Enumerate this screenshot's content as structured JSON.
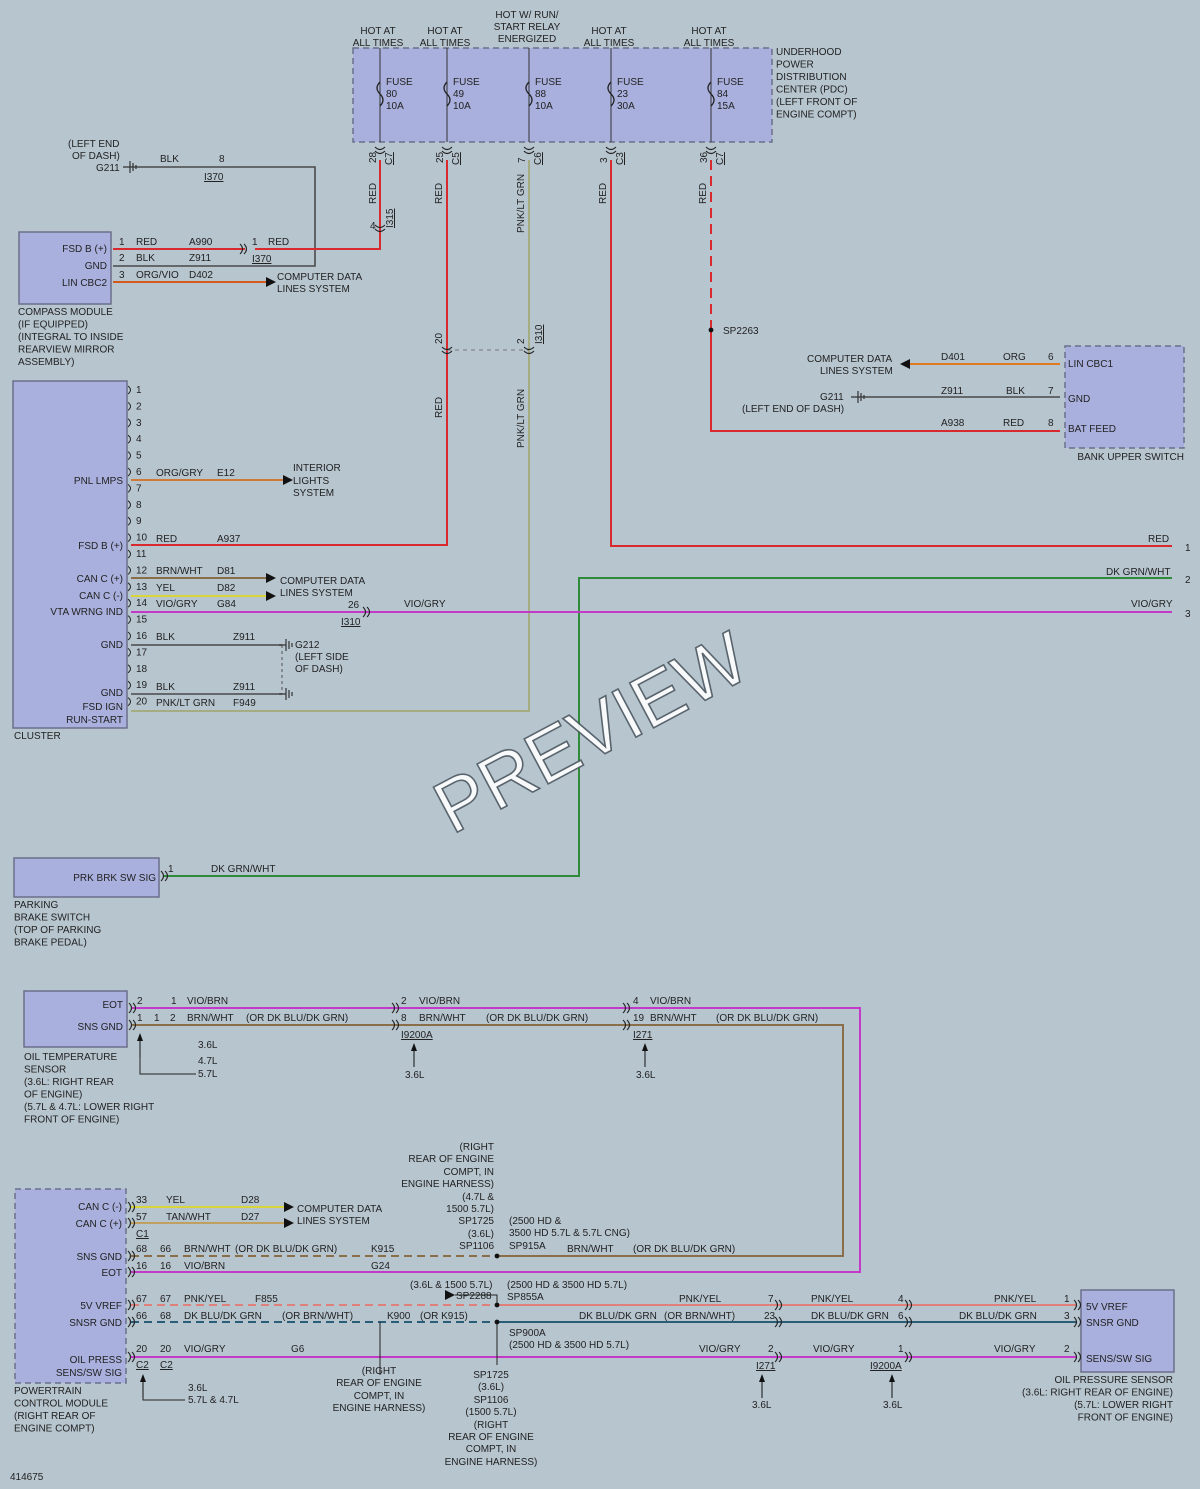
{
  "colors": {
    "RED": "#d8292f",
    "BLK": "#4a4a4a",
    "ORG/VIO": "#d35a1a",
    "ORG/GRY": "#d07a3a",
    "ORG": "#e07a20",
    "PNK/LT GRN": "#a6ac82",
    "BRN/WHT": "#8a6e4a",
    "YEL": "#d8d43a",
    "VIO/GRY": "#c43ac8",
    "DK GRN/WHT": "#2f8a3a",
    "VIO/BRN": "#c43ac8",
    "TAN/WHT": "#c0a060",
    "PNK/YEL": "#e0807a",
    "DK BLU/DK GRN": "#2a5e78",
    "component": "#a9b0dd"
  },
  "icons": {
    "ground": "ground-icon",
    "fuse": "fuse-icon",
    "connector": "connector-icon",
    "arrow": "arrow-icon",
    "splice": "splice-icon"
  },
  "watermark": "PREVIEW",
  "figure_id": "414675",
  "pdc": {
    "label": [
      "UNDERHOOD",
      "POWER",
      "DISTRIBUTION",
      "CENTER (PDC)",
      "(LEFT FRONT OF",
      "ENGINE COMPT)"
    ],
    "fuses": [
      {
        "id": "f80",
        "hot": [
          "HOT AT",
          "ALL TIMES"
        ],
        "fuse": [
          "FUSE",
          "80",
          "10A"
        ],
        "pin": "28",
        "conn": "C7",
        "color": "RED"
      },
      {
        "id": "f49",
        "hot": [
          "HOT AT",
          "ALL TIMES"
        ],
        "fuse": [
          "FUSE",
          "49",
          "10A"
        ],
        "pin": "25",
        "conn": "C5",
        "color": "RED"
      },
      {
        "id": "f88",
        "hot": [
          "HOT W/ RUN/",
          "START RELAY",
          "ENERGIZED"
        ],
        "fuse": [
          "FUSE",
          "88",
          "10A"
        ],
        "pin": "7",
        "conn": "C6",
        "color": "PNK/LT GRN"
      },
      {
        "id": "f23",
        "hot": [
          "HOT AT",
          "ALL TIMES"
        ],
        "fuse": [
          "FUSE",
          "23",
          "30A"
        ],
        "pin": "3",
        "conn": "C3",
        "color": "RED"
      },
      {
        "id": "f84",
        "hot": [
          "HOT AT",
          "ALL TIMES"
        ],
        "fuse": [
          "FUSE",
          "84",
          "15A"
        ],
        "pin": "36",
        "conn": "C7",
        "color": "RED"
      }
    ]
  },
  "compass": {
    "pins": [
      "FSD B (+)",
      "GND",
      "LIN CBC2"
    ],
    "label": [
      "COMPASS MODULE",
      "(IF EQUIPPED)",
      "(INTEGRAL TO INSIDE",
      "REARVIEW MIRROR",
      "ASSEMBLY)"
    ]
  },
  "cluster": {
    "label": "CLUSTER",
    "pin_names": [
      {
        "text": "PNL LMPS"
      },
      {
        "text": "FSD B (+)"
      },
      {
        "text": "CAN C (+)"
      },
      {
        "text": "CAN C (-)"
      },
      {
        "text": "VTA WRNG IND"
      },
      {
        "text": "GND"
      },
      {
        "text": "GND"
      },
      {
        "text": "FSD IGN"
      },
      {
        "text": "RUN-START"
      }
    ],
    "pin_numbers": [
      "1",
      "2",
      "3",
      "4",
      "5",
      "6",
      "7",
      "8",
      "9",
      "10",
      "11",
      "12",
      "13",
      "14",
      "15",
      "16",
      "17",
      "18",
      "19",
      "20"
    ]
  },
  "bank_switch": {
    "pins": [
      "LIN CBC1",
      "GND",
      "BAT FEED"
    ],
    "label": "BANK UPPER SWITCH"
  },
  "park_brake": {
    "pin": "PRK BRK SW SIG",
    "label": [
      "PARKING",
      "BRAKE SWITCH",
      "(TOP OF PARKING",
      "BRAKE PEDAL)"
    ]
  },
  "oil_temp": {
    "pins": [
      "EOT",
      "SNS GND"
    ],
    "label": [
      "OIL TEMPERATURE",
      "SENSOR",
      "(3.6L: RIGHT REAR",
      "OF ENGINE)",
      "(5.7L & 4.7L: LOWER RIGHT",
      "FRONT OF ENGINE)"
    ]
  },
  "pcm": {
    "pins": [
      "CAN C (-)",
      "CAN C (+)",
      "SNS GND",
      "EOT",
      "5V VREF",
      "SNSR GND",
      "OIL PRESS",
      "SENS/SW SIG"
    ],
    "label": [
      "POWERTRAIN",
      "CONTROL MODULE",
      "(RIGHT REAR OF",
      "ENGINE COMPT)"
    ]
  },
  "oil_press": {
    "pins": [
      "5V VREF",
      "SNSR GND",
      "SENS/SW SIG"
    ],
    "label": [
      "OIL PRESSURE SENSOR",
      "(3.6L: RIGHT REAR OF ENGINE)",
      "(5.7L: LOWER RIGHT",
      "FRONT OF ENGINE)"
    ]
  },
  "texts": [
    {
      "id": "g211a",
      "text": "(LEFT END"
    },
    {
      "id": "g211b",
      "text": "OF DASH)"
    },
    {
      "id": "g211c",
      "text": "G211"
    },
    {
      "id": "blk8a",
      "text": "BLK"
    },
    {
      "id": "blk8b",
      "text": "8"
    },
    {
      "id": "i370a",
      "text": "I370"
    },
    {
      "id": "c1",
      "text": "1"
    },
    {
      "id": "c1r",
      "text": "RED"
    },
    {
      "id": "a990",
      "text": "A990"
    },
    {
      "id": "c1b",
      "text": "1"
    },
    {
      "id": "c1br",
      "text": "RED"
    },
    {
      "id": "i370b",
      "text": "I370"
    },
    {
      "id": "c2",
      "text": "2"
    },
    {
      "id": "c2b",
      "text": "BLK"
    },
    {
      "id": "z911a",
      "text": "Z911"
    },
    {
      "id": "c3",
      "text": "3"
    },
    {
      "id": "c3o",
      "text": "ORG/VIO"
    },
    {
      "id": "d402",
      "text": "D402"
    },
    {
      "id": "cdls1",
      "text": "COMPUTER DATA"
    },
    {
      "id": "cdls1b",
      "text": "LINES SYSTEM"
    },
    {
      "id": "w4",
      "text": "4"
    },
    {
      "id": "i315",
      "text": "I315"
    },
    {
      "id": "red28",
      "text": "RED"
    },
    {
      "id": "red25",
      "text": "RED"
    },
    {
      "id": "pnk7",
      "text": "PNK/LT GRN"
    },
    {
      "id": "red3",
      "text": "RED"
    },
    {
      "id": "red36",
      "text": "RED"
    },
    {
      "id": "i310p20",
      "text": "20"
    },
    {
      "id": "i310p2",
      "text": "2"
    },
    {
      "id": "i310a",
      "text": "I310"
    },
    {
      "id": "red25b",
      "text": "RED"
    },
    {
      "id": "pnk7b",
      "text": "PNK/LT GRN"
    },
    {
      "id": "sp2263",
      "text": "SP2263"
    },
    {
      "id": "cdls2",
      "text": "COMPUTER DATA"
    },
    {
      "id": "cdls2b",
      "text": "LINES SYSTEM"
    },
    {
      "id": "d401",
      "text": "D401"
    },
    {
      "id": "org6",
      "text": "ORG"
    },
    {
      "id": "p6",
      "text": "6"
    },
    {
      "id": "g211d",
      "text": "G211"
    },
    {
      "id": "g211e",
      "text": "(LEFT END OF DASH)"
    },
    {
      "id": "z911b",
      "text": "Z911"
    },
    {
      "id": "blk7",
      "text": "BLK"
    },
    {
      "id": "p7",
      "text": "7"
    },
    {
      "id": "a938",
      "text": "A938"
    },
    {
      "id": "red8",
      "text": "RED"
    },
    {
      "id": "p8",
      "text": "8"
    },
    {
      "id": "n6",
      "text": "6"
    },
    {
      "id": "og6",
      "text": "ORG/GRY"
    },
    {
      "id": "e12",
      "text": "E12"
    },
    {
      "id": "ils",
      "text": "INTERIOR"
    },
    {
      "id": "ils2",
      "text": "LIGHTS"
    },
    {
      "id": "ils3",
      "text": "SYSTEM"
    },
    {
      "id": "n10",
      "text": "10"
    },
    {
      "id": "r10",
      "text": "RED"
    },
    {
      "id": "a937",
      "text": "A937"
    },
    {
      "id": "redE",
      "text": "RED"
    },
    {
      "id": "e1",
      "text": "1"
    },
    {
      "id": "n12",
      "text": "12"
    },
    {
      "id": "bw12",
      "text": "BRN/WHT"
    },
    {
      "id": "d81",
      "text": "D81"
    },
    {
      "id": "n13",
      "text": "13"
    },
    {
      "id": "y13",
      "text": "YEL"
    },
    {
      "id": "d82",
      "text": "D82"
    },
    {
      "id": "cdls3",
      "text": "COMPUTER DATA"
    },
    {
      "id": "cdls3b",
      "text": "LINES SYSTEM"
    },
    {
      "id": "dgE",
      "text": "DK GRN/WHT"
    },
    {
      "id": "e2",
      "text": "2"
    },
    {
      "id": "n14",
      "text": "14"
    },
    {
      "id": "vg14",
      "text": "VIO/GRY"
    },
    {
      "id": "g84",
      "text": "G84"
    },
    {
      "id": "p26",
      "text": "26"
    },
    {
      "id": "i310b",
      "text": "I310"
    },
    {
      "id": "vg26",
      "text": "VIO/GRY"
    },
    {
      "id": "vgE",
      "text": "VIO/GRY"
    },
    {
      "id": "e3",
      "text": "3"
    },
    {
      "id": "n16",
      "text": "16"
    },
    {
      "id": "b16",
      "text": "BLK"
    },
    {
      "id": "z911c",
      "text": "Z911"
    },
    {
      "id": "g212",
      "text": "G212"
    },
    {
      "id": "g212b",
      "text": "(LEFT SIDE"
    },
    {
      "id": "g212c",
      "text": "OF DASH)"
    },
    {
      "id": "n19",
      "text": "19"
    },
    {
      "id": "b19",
      "text": "BLK"
    },
    {
      "id": "z911d",
      "text": "Z911"
    },
    {
      "id": "n20",
      "text": "20"
    },
    {
      "id": "pg20",
      "text": "PNK/LT GRN"
    },
    {
      "id": "f949",
      "text": "F949"
    },
    {
      "id": "pb1",
      "text": "1"
    },
    {
      "id": "pbdg",
      "text": "DK GRN/WHT"
    },
    {
      "id": "ot2",
      "text": "2"
    },
    {
      "id": "ot1a",
      "text": "1"
    },
    {
      "id": "otvb",
      "text": "VIO/BRN"
    },
    {
      "id": "ot1",
      "text": "1"
    },
    {
      "id": "ot1b",
      "text": "1"
    },
    {
      "id": "ot2b",
      "text": "2"
    },
    {
      "id": "otbw",
      "text": "BRN/WHT"
    },
    {
      "id": "otor",
      "text": "(OR DK BLU/DK GRN)"
    },
    {
      "id": "ot36",
      "text": "3.6L"
    },
    {
      "id": "ot47",
      "text": "4.7L"
    },
    {
      "id": "ot57",
      "text": "5.7L"
    },
    {
      "id": "j2",
      "text": "2"
    },
    {
      "id": "j2v",
      "text": "VIO/BRN"
    },
    {
      "id": "j8",
      "text": "8"
    },
    {
      "id": "j8b",
      "text": "BRN/WHT"
    },
    {
      "id": "j8o",
      "text": "(OR DK BLU/DK GRN)"
    },
    {
      "id": "i9200a",
      "text": "I9200A"
    },
    {
      "id": "j36",
      "text": "3.6L"
    },
    {
      "id": "k4",
      "text": "4"
    },
    {
      "id": "k4v",
      "text": "VIO/BRN"
    },
    {
      "id": "k19",
      "text": "19"
    },
    {
      "id": "k19b",
      "text": "BRN/WHT"
    },
    {
      "id": "k19o",
      "text": "(OR DK BLU/DK GRN)"
    },
    {
      "id": "i271a",
      "text": "I271"
    },
    {
      "id": "k36",
      "text": "3.6L"
    },
    {
      "id": "sp1",
      "text": "(RIGHT"
    },
    {
      "id": "sp2",
      "text": "REAR OF ENGINE"
    },
    {
      "id": "sp3",
      "text": "COMPT, IN"
    },
    {
      "id": "sp4",
      "text": "ENGINE HARNESS)"
    },
    {
      "id": "sp5",
      "text": "(4.7L &"
    },
    {
      "id": "sp6",
      "text": "1500 5.7L)"
    },
    {
      "id": "sp7",
      "text": "SP1725"
    },
    {
      "id": "sp8",
      "text": "(3.6L)"
    },
    {
      "id": "sp9",
      "text": "SP1106"
    },
    {
      "id": "sp10",
      "text": "(2500 HD &"
    },
    {
      "id": "sp11",
      "text": "3500 HD 5.7L & 5.7L CNG)"
    },
    {
      "id": "sp12",
      "text": "SP915A"
    },
    {
      "id": "p33",
      "text": "33"
    },
    {
      "id": "p33y",
      "text": "YEL"
    },
    {
      "id": "d28",
      "text": "D28"
    },
    {
      "id": "p57",
      "text": "57"
    },
    {
      "id": "p57t",
      "text": "TAN/WHT"
    },
    {
      "id": "d27",
      "text": "D27"
    },
    {
      "id": "cdls4",
      "text": "COMPUTER DATA"
    },
    {
      "id": "cdls4b",
      "text": "LINES SYSTEM"
    },
    {
      "id": "pc1",
      "text": "C1"
    },
    {
      "id": "p68",
      "text": "68"
    },
    {
      "id": "p66",
      "text": "66"
    },
    {
      "id": "p68b",
      "text": "BRN/WHT"
    },
    {
      "id": "p68o",
      "text": "(OR DK BLU/DK GRN)"
    },
    {
      "id": "k915",
      "text": "K915"
    },
    {
      "id": "sp915bw",
      "text": "BRN/WHT"
    },
    {
      "id": "sp915o",
      "text": "(OR DK BLU/DK GRN)"
    },
    {
      "id": "p16",
      "text": "16"
    },
    {
      "id": "p16b",
      "text": "16"
    },
    {
      "id": "p16v",
      "text": "VIO/BRN"
    },
    {
      "id": "g24",
      "text": "G24"
    },
    {
      "id": "sp36a",
      "text": "(3.6L & 1500 5.7L)"
    },
    {
      "id": "sp2288",
      "text": "SP2288"
    },
    {
      "id": "sp36b",
      "text": "(2500 HD & 3500 HD 5.7L)"
    },
    {
      "id": "sp855a",
      "text": "SP855A"
    },
    {
      "id": "p67",
      "text": "67"
    },
    {
      "id": "p67b",
      "text": "67"
    },
    {
      "id": "p67p",
      "text": "PNK/YEL"
    },
    {
      "id": "f855",
      "text": "F855"
    },
    {
      "id": "pyA",
      "text": "PNK/YEL"
    },
    {
      "id": "pyA7",
      "text": "7"
    },
    {
      "id": "p66a",
      "text": "66"
    },
    {
      "id": "p66b",
      "text": "68"
    },
    {
      "id": "p66d",
      "text": "DK BLU/DK GRN"
    },
    {
      "id": "p66o",
      "text": "(OR BRN/WHT)"
    },
    {
      "id": "k900",
      "text": "K900"
    },
    {
      "id": "k900o",
      "text": "(OR K915)"
    },
    {
      "id": "dbA",
      "text": "DK BLU/DK GRN"
    },
    {
      "id": "dbAo",
      "text": "(OR BRN/WHT)"
    },
    {
      "id": "dbA23",
      "text": "23"
    },
    {
      "id": "sp900",
      "text": "SP900A"
    },
    {
      "id": "sp900b",
      "text": "(2500 HD & 3500 HD 5.7L)"
    },
    {
      "id": "pyB",
      "text": "PNK/YEL"
    },
    {
      "id": "pyB4",
      "text": "4"
    },
    {
      "id": "dbB",
      "text": "DK BLU/DK GRN"
    },
    {
      "id": "dbB6",
      "text": "6"
    },
    {
      "id": "pyC",
      "text": "PNK/YEL"
    },
    {
      "id": "pyC1",
      "text": "1"
    },
    {
      "id": "dbC",
      "text": "DK BLU/DK GRN"
    },
    {
      "id": "dbC3",
      "text": "3"
    },
    {
      "id": "p20",
      "text": "20"
    },
    {
      "id": "p20b",
      "text": "20"
    },
    {
      "id": "p20v",
      "text": "VIO/GRY"
    },
    {
      "id": "g6",
      "text": "G6"
    },
    {
      "id": "vgA",
      "text": "VIO/GRY"
    },
    {
      "id": "vgA2",
      "text": "2"
    },
    {
      "id": "vgB",
      "text": "VIO/GRY"
    },
    {
      "id": "vgB1",
      "text": "1"
    },
    {
      "id": "vgC",
      "text": "VIO/GRY"
    },
    {
      "id": "vgC2",
      "text": "2"
    },
    {
      "id": "i271b",
      "text": "I271"
    },
    {
      "id": "i271b36",
      "text": "3.6L"
    },
    {
      "id": "i9200b",
      "text": "I9200A"
    },
    {
      "id": "i9200b36",
      "text": "3.6L"
    },
    {
      "id": "pc2a",
      "text": "C2"
    },
    {
      "id": "pc2b",
      "text": "C2"
    },
    {
      "id": "pc36",
      "text": "3.6L"
    },
    {
      "id": "pc57",
      "text": "5.7L & 4.7L"
    },
    {
      "id": "rr1",
      "text": "(RIGHT"
    },
    {
      "id": "rr2",
      "text": "REAR OF ENGINE"
    },
    {
      "id": "rr3",
      "text": "COMPT, IN"
    },
    {
      "id": "rr4",
      "text": "ENGINE HARNESS)"
    },
    {
      "id": "sb1",
      "text": "SP1725"
    },
    {
      "id": "sb2",
      "text": "(3.6L)"
    },
    {
      "id": "sb3",
      "text": "SP1106"
    },
    {
      "id": "sb4",
      "text": "(1500 5.7L)"
    },
    {
      "id": "sb5",
      "text": "(RIGHT"
    },
    {
      "id": "sb6",
      "text": "REAR OF ENGINE"
    },
    {
      "id": "sb7",
      "text": "COMPT, IN"
    },
    {
      "id": "sb8",
      "text": "ENGINE HARNESS)"
    }
  ]
}
